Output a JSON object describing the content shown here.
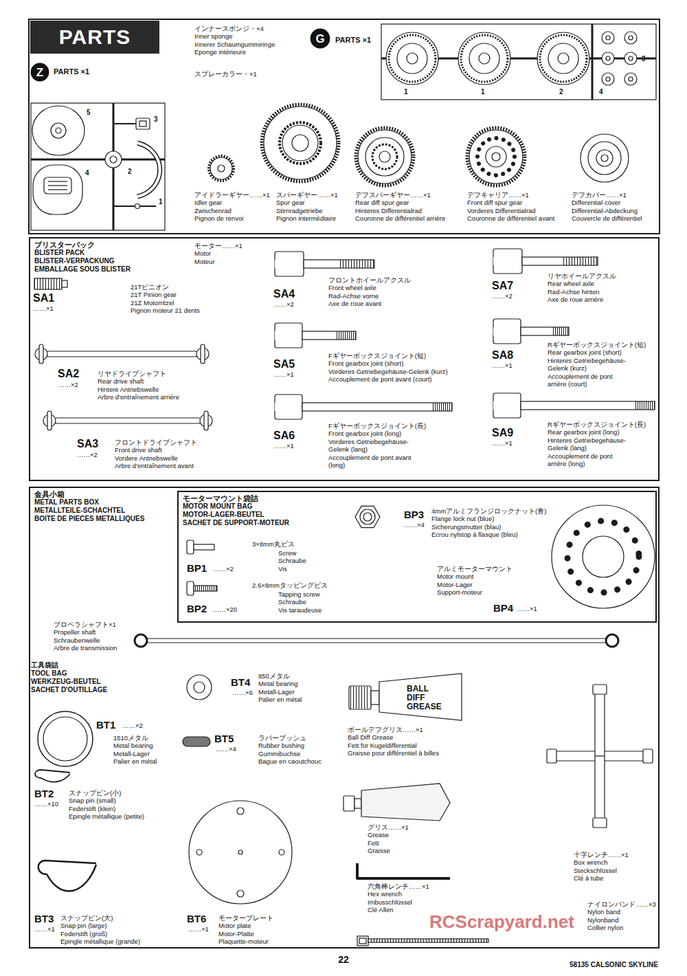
{
  "diagram": {
    "nodes": [
      {
        "text": [
          "PARTS"
        ]
      },
      {
        "text": [
          "Z"
        ]
      },
      {
        "text": [
          "G"
        ]
      },
      {
        "text": [
          "ブリスターパック",
          "BLISTER PACK",
          "BLISTER-VERPACKUNG",
          "EMBALLAGE SOUS BLISTER"
        ]
      },
      {
        "text": [
          "金具小箱",
          "METAL PARTS BOX",
          "METALLTEILE-SCHACHTEL",
          "BOITE DE PIECES METALLIQUES"
        ]
      },
      {
        "text": [
          "モーターマウント袋詰",
          "MOTOR MOUNT BAG",
          "MOTOR-LAGER-BEUTEL",
          "SACHET DE SUPPORT-MOTEUR"
        ],
        "in": 4
      }
    ],
    "labels": [
      "PARTS ×1",
      "インナースポンジ・×4",
      "Inner sponge",
      "Innerer Schaumgummiringe",
      "Eponge intérieure",
      "スプレーカラー・×1",
      "PARTS ×1",
      "5",
      "3",
      "2",
      "4",
      "1",
      "1",
      "1",
      "2",
      "4",
      "3",
      "アイドラーギヤー……×1",
      "Idler gear",
      "Zwischenrad",
      "Pignon de renvoi",
      "スパーギヤー……×1",
      "Spur gear",
      "Stirnradgetriebe",
      "Pignon intermédiaire",
      "デフスパーギヤー……×1",
      "Rear diff spur gear",
      "Hinteres Differentialrad",
      "Couronne de différentiel arrière",
      "デフキャリア……×1",
      "Front diff spur gear",
      "Vorderes Differentialrad",
      "Couronne de différentiel avant",
      "デフカバー……×1",
      "Differential cover",
      "Differential-Abdeckung",
      "Couvercle de différentiel",
      "モーター……×1",
      "Motor",
      "Moteur",
      "SA1",
      "……×1",
      "21Tピニオン",
      "21T Pinion gear",
      "21Z Motorritzel",
      "Pignon moteur 21 dents",
      "SA2",
      "……×2",
      "リヤドライブシャフト",
      "Rear drive shaft",
      "Hintere Antriebswelle",
      "Arbre d'entraînement arrière",
      "SA3",
      "……×2",
      "フロントドライブシャフト",
      "Front drive shaft",
      "Vordere Antriebswelle",
      "Arbre d'entraînement avant",
      "SA4",
      "……×2",
      "フロントホイールアクスル",
      "Front wheel axle",
      "Rad-Achse vorne",
      "Axe de roue avant",
      "SA5",
      "……×1",
      "Fギヤーボックスジョイント(短)",
      "Front gearbox joint (short)",
      "Vorderes Getriebegehäuse-Gelenk (kurz)",
      "Accouplement de pont avant (court)",
      "SA6",
      "……×1",
      "Fギヤーボックスジョイント(長)",
      "Front gearbox joint (long)",
      "Vorderes Getriebegehäuse-",
      "Gelenk (lang)",
      "Accouplement de pont avant",
      "(long)",
      "SA7",
      "……×2",
      "リヤホイールアクスル",
      "Rear wheel axle",
      "Rad-Achse hinten",
      "Axe de roue arrière",
      "SA8",
      "……×1",
      "Rギヤーボックスジョイント(短)",
      "Rear gearbox joint (short)",
      "Hinteres Getriebegehäuse-",
      "Gelenk (kurz)",
      "Accouplement de pont",
      "arrière (court)",
      "SA9",
      "……×1",
      "Rギヤーボックスジョイント(長)",
      "Rear gearbox joint (long)",
      "Hinteres Getriebegehäuse-",
      "Gelenk (lang)",
      "Accouplement de pont",
      "arrière (long)",
      "BP3",
      "……×4",
      "4mmアルミフランジロックナット(青)",
      "Flange lock nut (blue)",
      "Sicherungsmutter (blau)",
      "Ecrou nylstop à flasque (bleu)",
      "3×8mm丸ビス",
      "Screw",
      "Schraube",
      "Vis",
      "BP1",
      "……×2",
      "2.6×8mmタッピングビス",
      "Tapping screw",
      "Schraube",
      "Vis taraudeuse",
      "BP2",
      "……×20",
      "アルミモーターマウント",
      "Motor mount",
      "Motor-Lager",
      "Support-moteur",
      "BP4",
      "……×1",
      "プロペラシャフト×1",
      "Propeller shaft",
      "Schraubenwelle",
      "Arbre de transmission",
      "工具袋詰",
      "TOOL BAG",
      "WERKZEUG-BEUTEL",
      "SACHET D'OUTILLAGE",
      "BT4",
      "……×6",
      "850メタル",
      "Metal bearing",
      "Metall-Lager",
      "Palier en métal",
      "BT1",
      "……×2",
      "1510メタル",
      "Metal bearing",
      "Metall-Lager",
      "Palier en métal",
      "BT5",
      "……×4",
      "ラバーブッシュ",
      "Rubber bushing",
      "Gummibuchse",
      "Bague en caoutchouc",
      "BALL",
      "DIFF",
      "GREASE",
      "ボールデフグリス……×1",
      "Ball Diff Grease",
      "Fett für Kugeldifferential",
      "Graisse pour différentiel à billes",
      "BT2",
      "……×10",
      "スナップピン(小)",
      "Snap pin (small)",
      "Federstift (klein)",
      "Epingle métallique (petite)",
      "グリス……×1",
      "Grease",
      "Fett",
      "Graisse",
      "十字レンチ……×1",
      "Box wrench",
      "Steckschlüssel",
      "Clé à tube",
      "六角棒レンチ……×1",
      "Hex wrench",
      "Imbusschlüssel",
      "Clé Allen",
      "ナイロンバンド……×3",
      "Nylon band",
      "Nylonband",
      "Collier nylon",
      "BT3",
      "……×1",
      "スナップピン(大)",
      "Snap pin (large)",
      "Federstift (groß)",
      "Epingle métallique (grande)",
      "BT6",
      "……×1",
      "モータープレート",
      "Motor plate",
      "Motor-Platte",
      "Plaquette-moteur",
      "RCScrapyard.net",
      "22",
      "58135 CALSONIC SKYLINE"
    ]
  }
}
